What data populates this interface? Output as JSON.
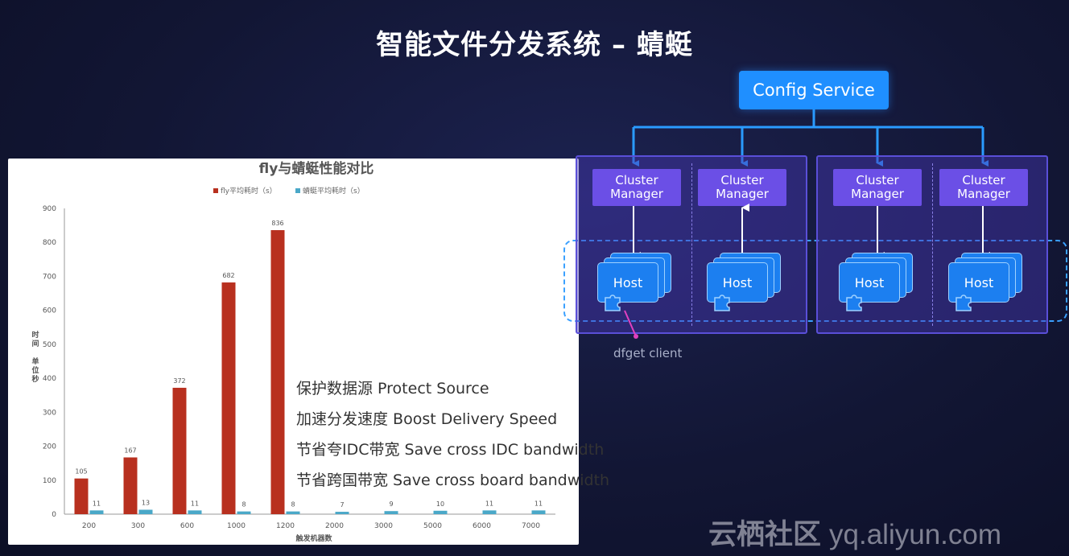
{
  "slide": {
    "title": "智能文件分发系统 – 蜻蜓",
    "watermark_cn": "云栖社区",
    "watermark_url": "yq.aliyun.com"
  },
  "chart_data": {
    "type": "bar",
    "title": "fly与蜻蜓性能对比",
    "categories": [
      "200",
      "300",
      "600",
      "1000",
      "1200",
      "2000",
      "3000",
      "5000",
      "6000",
      "7000"
    ],
    "series": [
      {
        "name": "fly平均耗时（s）",
        "color": "#b8301f",
        "values": [
          105,
          167,
          372,
          682,
          836,
          null,
          null,
          null,
          null,
          null
        ]
      },
      {
        "name": "蜻蜓平均耗时（s）",
        "color": "#4aa8c8",
        "values": [
          11,
          13,
          11,
          8,
          8,
          7,
          9,
          10,
          11,
          11
        ]
      }
    ],
    "xlabel": "触发机器数",
    "ylabel": "时间 单位 秒",
    "ylabel_lines": [
      "时",
      "间",
      "",
      "单",
      "位",
      "秒"
    ],
    "ylim": [
      0,
      900
    ],
    "yticks": [
      0,
      100,
      200,
      300,
      400,
      500,
      600,
      700,
      800,
      900
    ],
    "grid": false,
    "legend_position": "top-center"
  },
  "features": [
    "保护数据源 Protect Source",
    "加速分发速度 Boost Delivery Speed",
    "节省夸IDC带宽 Save cross IDC bandwidth",
    "节省跨国带宽 Save cross board bandwidth"
  ],
  "architecture": {
    "config_service": "Config Service",
    "cluster_manager_line1": "Cluster",
    "cluster_manager_line2": "Manager",
    "host_label": "Host",
    "dfget_label": "dfget client",
    "colors": {
      "config": "#1f8fff",
      "manager": "#6b4fe6",
      "host": "#1c7ff0",
      "arrow": "#2a9bff",
      "band": "#3aa0ff"
    }
  }
}
